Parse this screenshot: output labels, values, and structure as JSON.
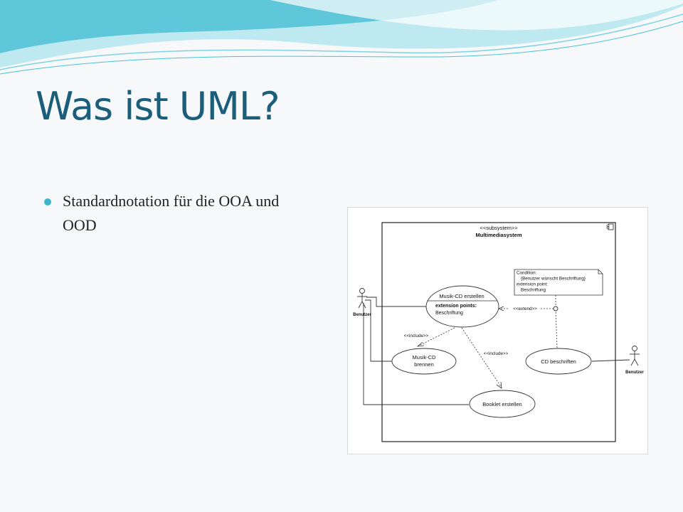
{
  "slide": {
    "title": "Was ist UML?",
    "bullets": [
      "Standardnotation für die OOA und OOD"
    ]
  },
  "diagram": {
    "subsystem_stereotype": "<<subsystem>>",
    "subsystem_name": "Multimediasystem",
    "actor_left": "Benutzer",
    "actor_right": "Benutzer",
    "usecase_main": {
      "name": "Musik-CD erstellen",
      "ext_header": "extension points:",
      "ext_point": "Beschriftung"
    },
    "usecase_brennen": [
      "Musik-CD",
      "brennen"
    ],
    "usecase_beschriften": "CD beschriften",
    "usecase_booklet": "Booklet erstellen",
    "note": [
      "Condition:",
      "{Benutzer wünscht Beschriftung}",
      "extension point:",
      "Beschriftung"
    ],
    "rel_extend": "<<extend>>",
    "rel_include_1": "<<include>>",
    "rel_include_2": "<<include>>"
  },
  "colors": {
    "title": "#1b5e7a",
    "bullet": "#3ab7c9",
    "wave_dark": "#4cc1d6",
    "wave_light": "#bfe9f1"
  }
}
